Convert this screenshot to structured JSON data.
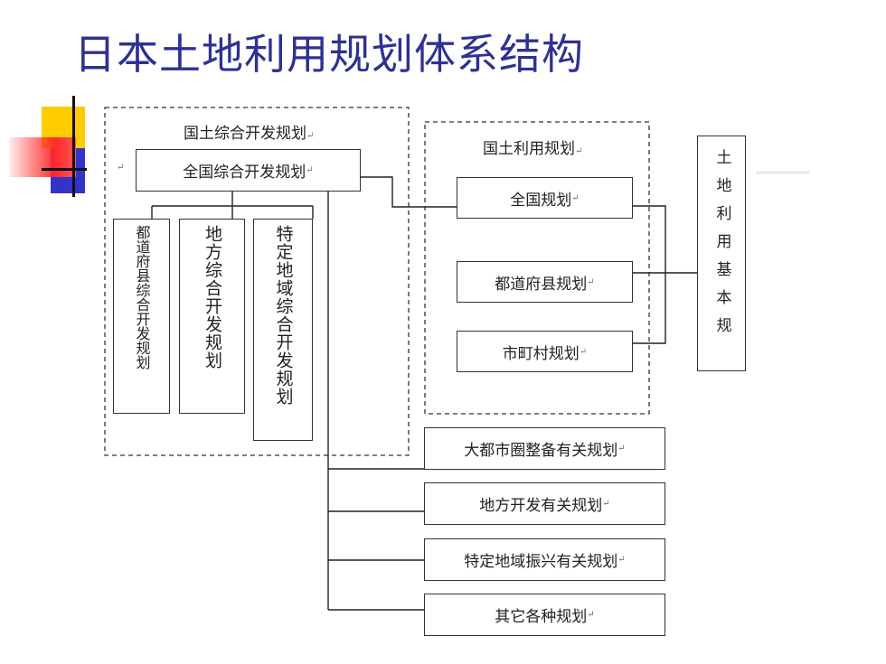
{
  "title": "日本土地利用规划体系结构",
  "comprehensive_group": {
    "label": "国土综合开发规划",
    "national": "全国综合开发规划",
    "sub_plans": [
      "都道府县综合开发规划",
      "地方综合开发规划",
      "特定地域综合开发规划"
    ]
  },
  "land_use_group": {
    "label": "国土利用规划",
    "plans": [
      "全国规划",
      "都道府县规划",
      "市町村规划"
    ]
  },
  "basic_plan": "土地利用基本规",
  "related_plans": [
    "大都市圈整备有关规划",
    "地方开发有关规划",
    "特定地域振兴有关规划",
    "其它各种规划"
  ],
  "colors": {
    "title": "#2e3192",
    "deco_yellow": "#ffcc00",
    "deco_blue": "#3333cc",
    "deco_red": "#ff3333"
  }
}
